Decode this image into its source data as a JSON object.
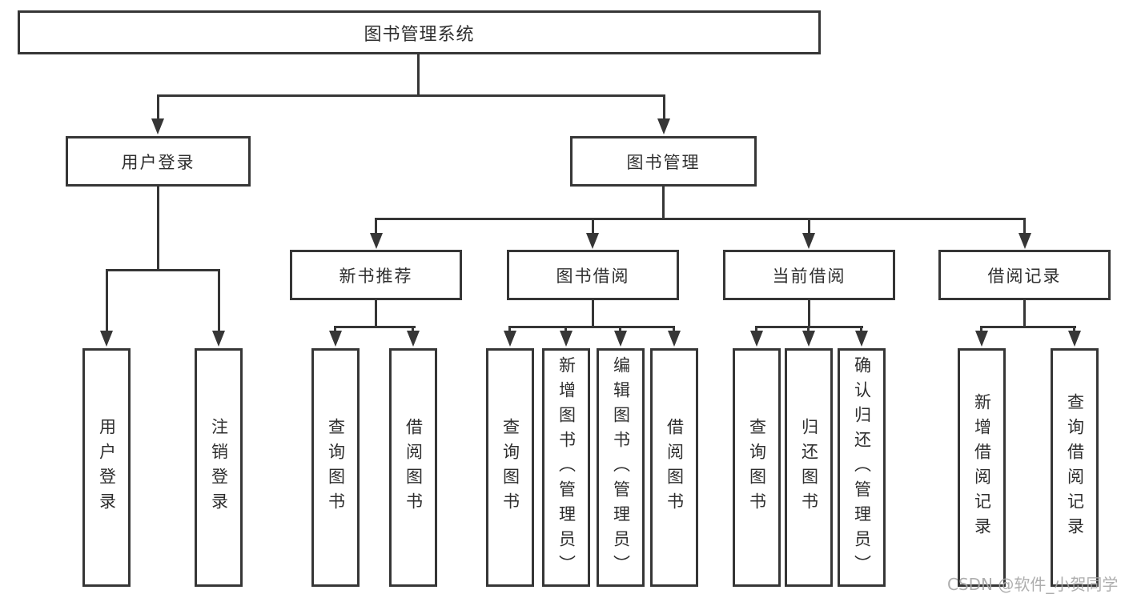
{
  "colors": {
    "line": "#363636",
    "text": "#2e2e2e",
    "box_background": "#ffffff",
    "watermark": "#a6a6a6",
    "background": "#ffffff"
  },
  "tree": {
    "root": {
      "label": "图书管理系统"
    },
    "level2": [
      {
        "label": "用户登录"
      },
      {
        "label": "图书管理"
      }
    ],
    "level3": [
      {
        "label": "新书推荐"
      },
      {
        "label": "图书借阅"
      },
      {
        "label": "当前借阅"
      },
      {
        "label": "借阅记录"
      }
    ],
    "leaves": {
      "user_login": [
        {
          "label": "用户登录"
        },
        {
          "label": "注销登录"
        }
      ],
      "new_book_recommend": [
        {
          "label": "查询图书"
        },
        {
          "label": "借阅图书"
        }
      ],
      "book_borrow": [
        {
          "label": "查询图书"
        },
        {
          "label": "新增图书（管理员）"
        },
        {
          "label": "编辑图书（管理员）"
        },
        {
          "label": "借阅图书"
        }
      ],
      "current_borrow": [
        {
          "label": "查询图书"
        },
        {
          "label": "归还图书"
        },
        {
          "label": "确认归还（管理员）"
        }
      ],
      "borrow_records": [
        {
          "label": "新增借阅记录"
        },
        {
          "label": "查询借阅记录"
        }
      ]
    }
  },
  "watermark": {
    "text": "CSDN @软件_小贺同学"
  }
}
